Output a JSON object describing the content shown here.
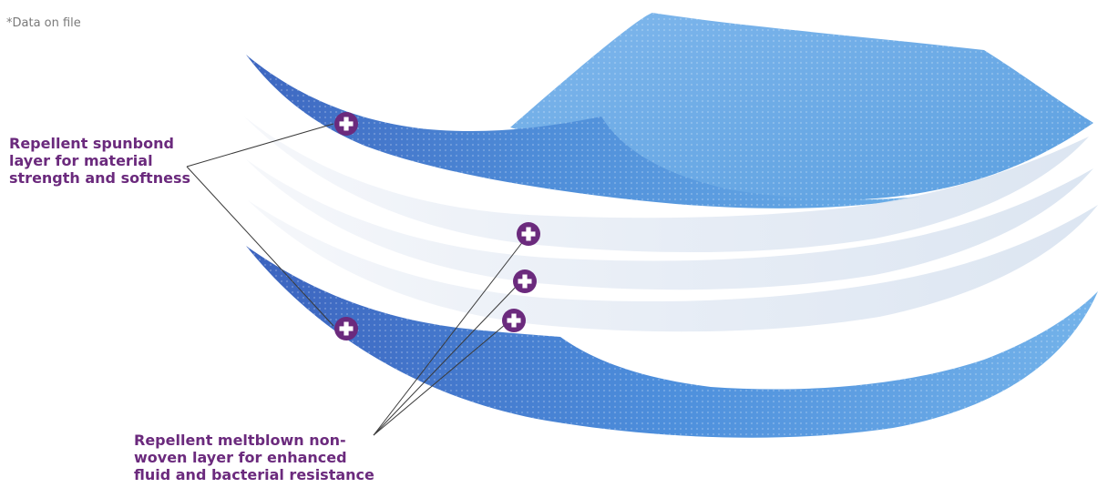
{
  "footnote": "*Data on file",
  "callouts": {
    "spunbond": "Repellent spunbond\nlayer for material\nstrength and softness",
    "meltblown": "Repellent meltblown non-\nwoven layer for enhanced\nfluid and bacterial resistance"
  },
  "colors": {
    "label": "#6b2a7d",
    "marker": "#6b2a7d",
    "blue_dark": "#3f6fc4",
    "blue_light": "#5aa2e6",
    "white_layer": "#e8eef6",
    "leader": "#3a3a3a"
  },
  "markers": {
    "icon": "plus-in-circle",
    "count": 5
  }
}
